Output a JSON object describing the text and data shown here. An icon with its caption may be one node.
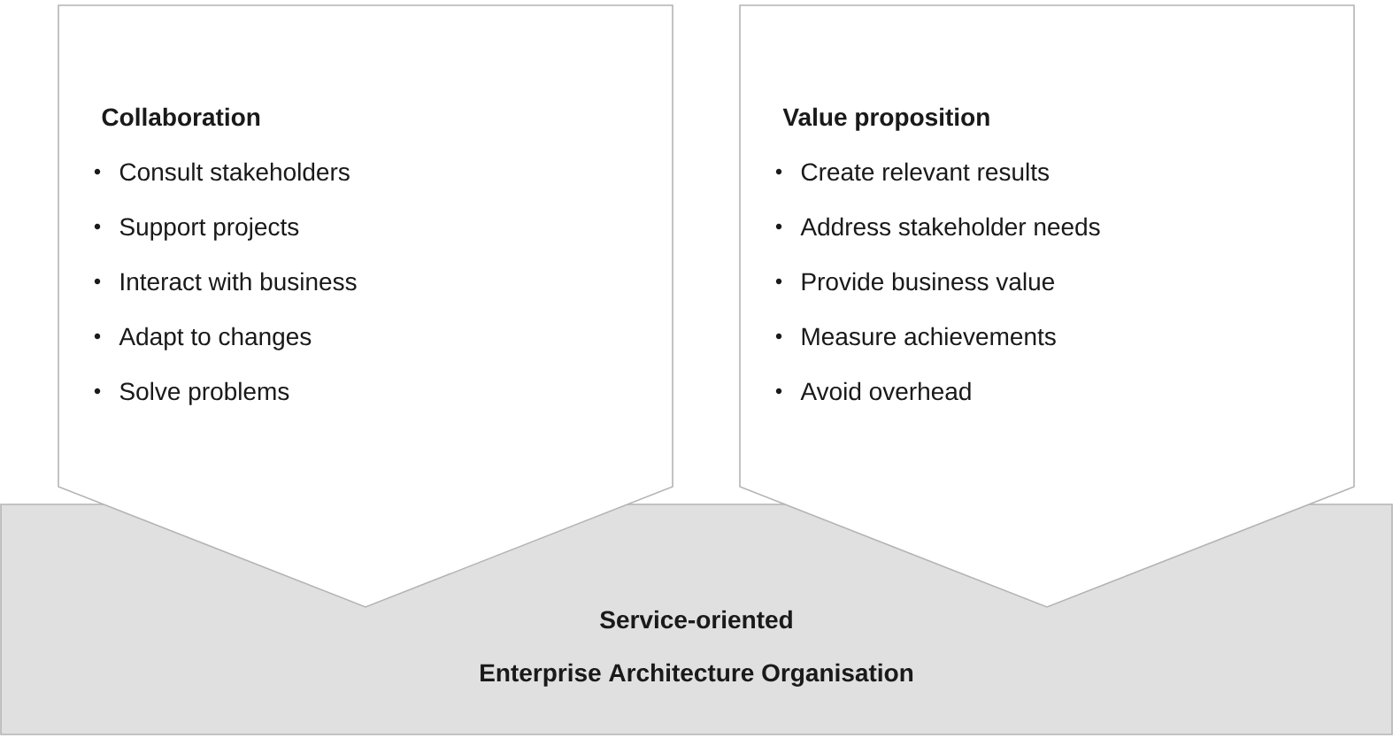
{
  "diagram": {
    "nodes": [
      {
        "text": [
          "Collaboration",
          "Consult stakeholders",
          "Support projects",
          "Interact with business",
          "Adapt to changes",
          "Solve problems"
        ]
      },
      {
        "text": [
          "Value proposition",
          "Create relevant results",
          "Address stakeholder needs",
          "Provide business value",
          "Measure achievements",
          "Avoid overhead"
        ]
      },
      {
        "text": [
          "Service-oriented",
          "Enterprise Architecture Organisation"
        ]
      }
    ]
  }
}
